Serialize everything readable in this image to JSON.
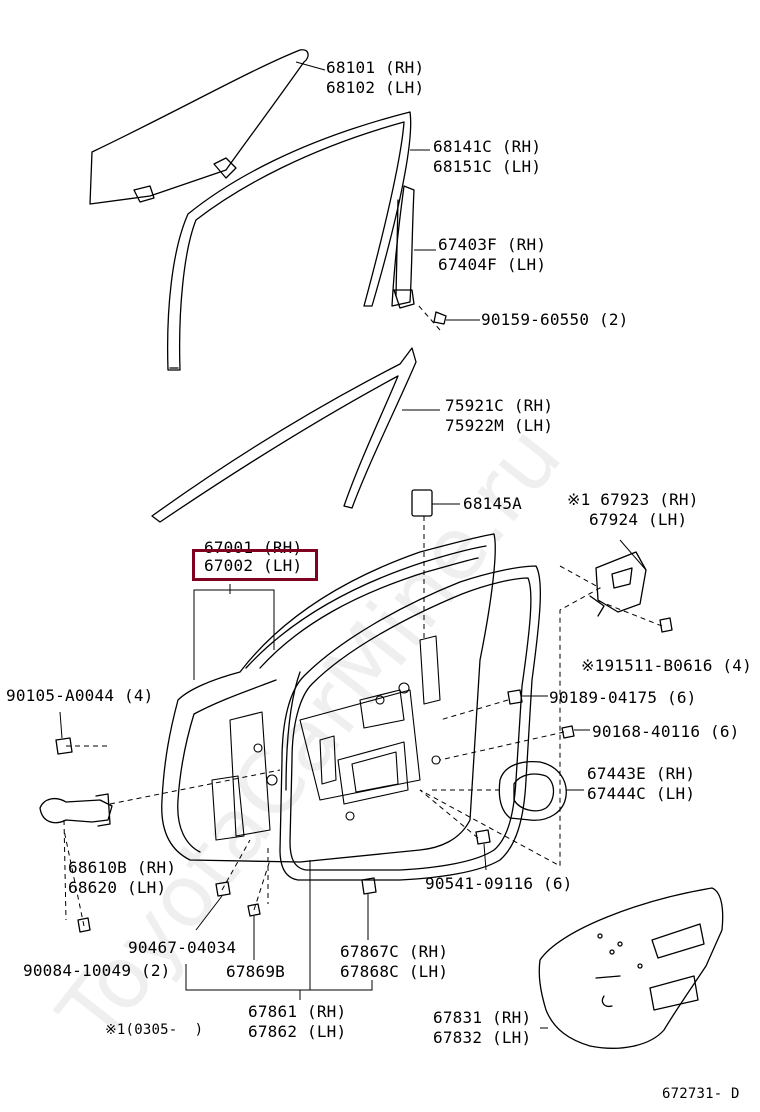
{
  "diagram": {
    "watermark": "ToyotaCarMine.ru",
    "figure_code": "672731- D",
    "footnote": "※1(0305-  )",
    "parts": {
      "window_glass": [
        "68101 (RH)",
        "68102 (LH)"
      ],
      "glass_run": [
        "68141C (RH)",
        "68151C (LH)"
      ],
      "rear_sash": [
        "67403F (RH)",
        "67404F (LH)"
      ],
      "sash_bolt": "90159-60550 (2)",
      "outer_moulding": [
        "75921C (RH)",
        "75922M (LH)"
      ],
      "clip_68145a": "68145A",
      "bracket": [
        "※1 67923 (RH)",
        "67924 (LH)"
      ],
      "bracket_screw": "※191511-B0616 (4)",
      "door_panel": [
        "67001 (RH)",
        "67002 (LH)"
      ],
      "bolt_90105": "90105-A0044 (4)",
      "clip_90189": "90189-04175 (6)",
      "screw_90168": "90168-40116 (6)",
      "service_cover": [
        "67443E (RH)",
        "67444C (LH)"
      ],
      "check_assy": [
        "68610B (RH)",
        "68620 (LH)"
      ],
      "clip_90541": "90541-09116 (6)",
      "clip_90467": "90467-04034",
      "bolt_90084": "90084-10049 (2)",
      "plug_67869b": "67869B",
      "weatherstrip_clip": [
        "67867C (RH)",
        "67868C (LH)"
      ],
      "weatherstrip": [
        "67861 (RH)",
        "67862 (LH)"
      ],
      "trim_board": [
        "67831 (RH)",
        "67832 (LH)"
      ]
    }
  }
}
